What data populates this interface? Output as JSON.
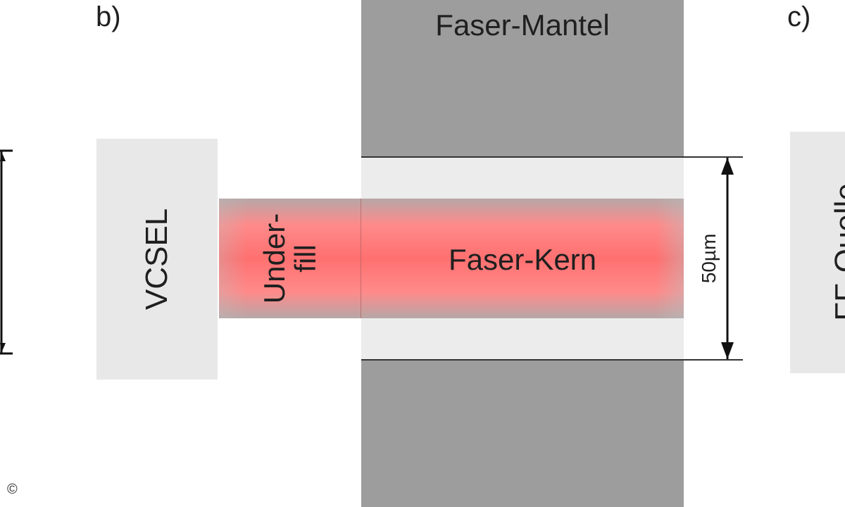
{
  "panels": {
    "b_label": "b)",
    "c_label": "c)"
  },
  "diagram": {
    "mantle_label": "Faser-Mantel",
    "core_label": "Faser-Kern",
    "vcsel_label": "VCSEL",
    "underfill_line1": "Under-",
    "underfill_line2": "fill",
    "dimension_label": "50µm",
    "right_box_label": "FF-Quelle"
  },
  "footer": {
    "copyright": "©"
  },
  "colors": {
    "mantle": "#9d9d9d",
    "band": "#ececec",
    "core": "#ff7070",
    "component": "#e8e8e8",
    "outline": "#333333"
  }
}
